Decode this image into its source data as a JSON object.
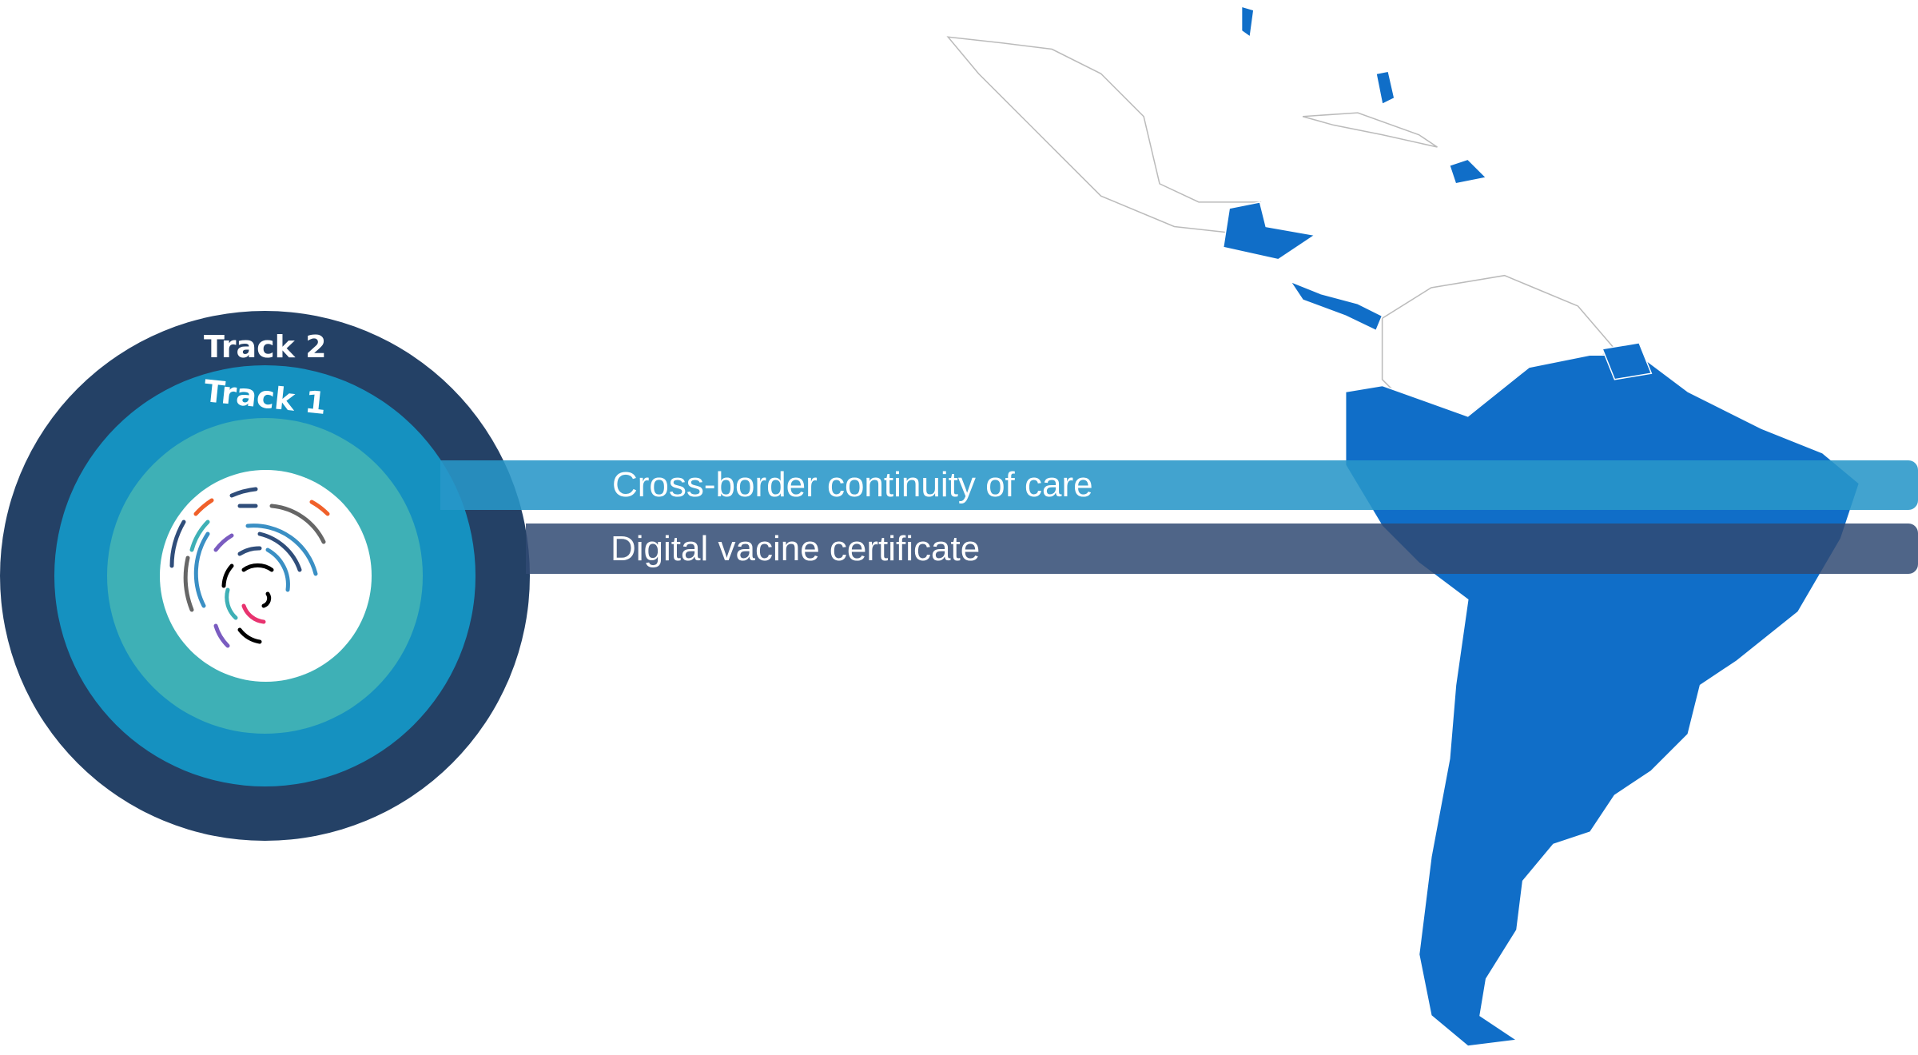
{
  "tracks": {
    "outer": "Track 2",
    "inner": "Track 1"
  },
  "bars": [
    {
      "label": "Cross-border continuity of care"
    },
    {
      "label": "Digital vacine certificate"
    }
  ],
  "colors": {
    "track2": "#244166",
    "track1": "#1591c0",
    "core": "#3eb0b6",
    "map_highlight": "#106ec8",
    "bar1": "#43a6cc",
    "bar2": "#4c6385"
  }
}
